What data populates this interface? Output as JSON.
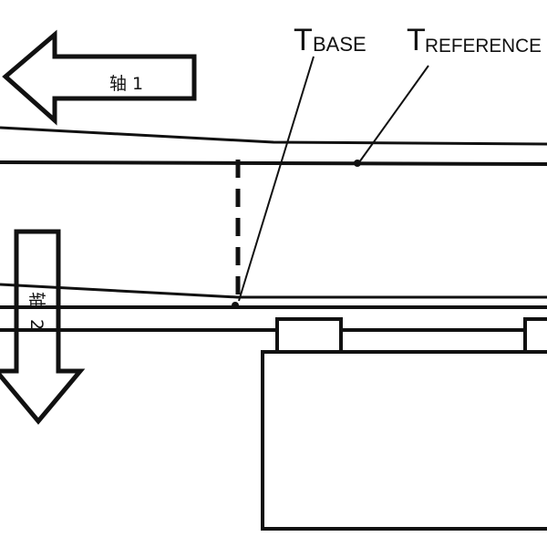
{
  "diagram": {
    "labels": {
      "t_base_main": "T",
      "t_base_sub": "BASE",
      "t_reference_main": "T",
      "t_reference_sub": "REFERENCE",
      "axis_1": "轴 1",
      "axis_2_char": "轴",
      "axis_2_num": "2"
    },
    "colors": {
      "ink": "#111111",
      "background": "#ffffff"
    }
  }
}
